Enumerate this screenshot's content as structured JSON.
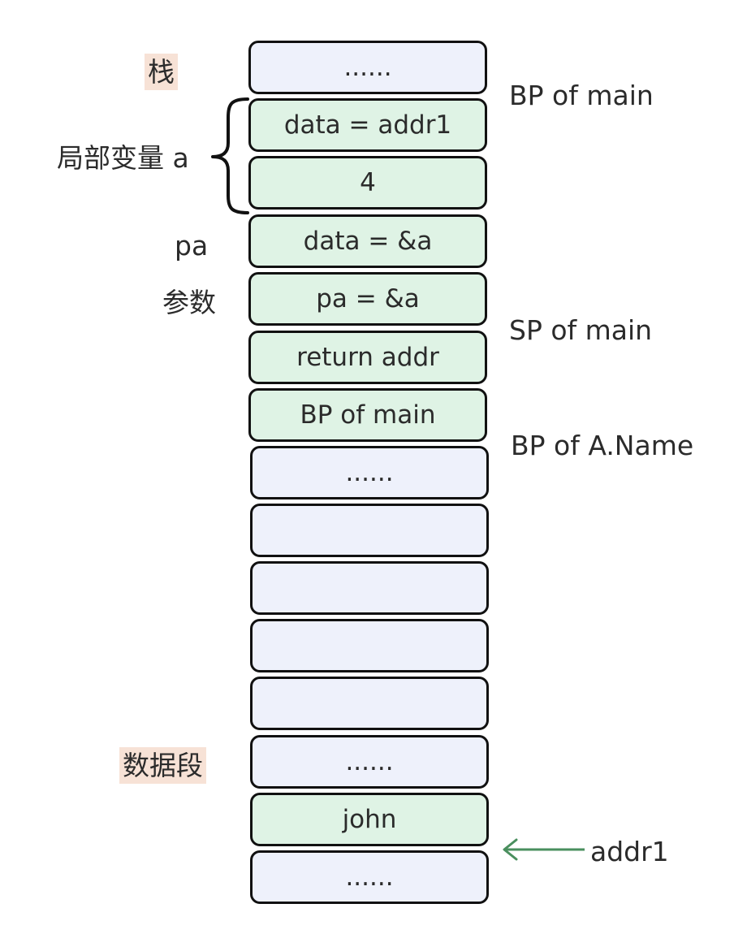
{
  "colors": {
    "empty_cell": "#eef1fb",
    "value_cell": "#dff3e5",
    "cell_border": "#111111",
    "section_highlight": "#f7e2d6",
    "arrow": "#4a8f5e"
  },
  "sections": {
    "stack": "栈",
    "data_segment": "数据段"
  },
  "cells": [
    {
      "text": "......",
      "fill": "empty"
    },
    {
      "text": "data = addr1",
      "fill": "value"
    },
    {
      "text": "4",
      "fill": "value"
    },
    {
      "text": "data = &a",
      "fill": "value"
    },
    {
      "text": "pa = &a",
      "fill": "value"
    },
    {
      "text": "return addr",
      "fill": "value"
    },
    {
      "text": "BP of main",
      "fill": "value"
    },
    {
      "text": "......",
      "fill": "empty"
    },
    {
      "text": "",
      "fill": "empty"
    },
    {
      "text": "",
      "fill": "empty"
    },
    {
      "text": "",
      "fill": "empty"
    },
    {
      "text": "",
      "fill": "empty"
    },
    {
      "text": "......",
      "fill": "empty"
    },
    {
      "text": "john",
      "fill": "value"
    },
    {
      "text": "......",
      "fill": "empty"
    }
  ],
  "left_labels": {
    "local_var": "局部变量 a",
    "pa": "pa",
    "param": "参数"
  },
  "right_labels": {
    "bp_main": "BP of main",
    "sp_main": "SP of main",
    "bp_aname": "BP of A.Name",
    "addr1": "addr1"
  }
}
